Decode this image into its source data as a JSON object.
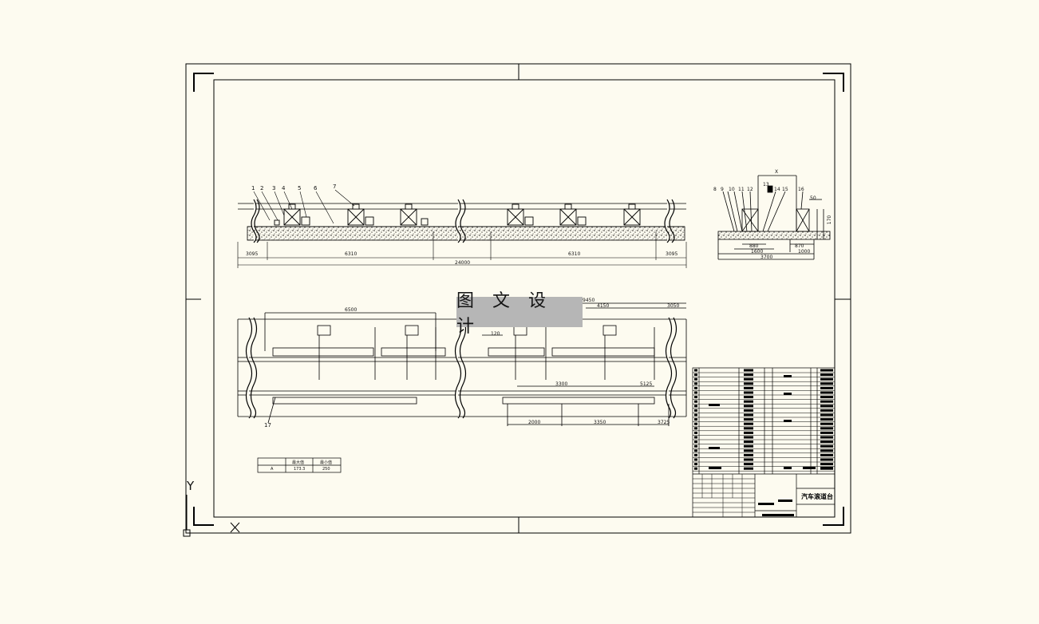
{
  "stamp": {
    "text": "图 文 设 计"
  },
  "axis": {
    "y": "Y",
    "x": "X"
  },
  "elevation": {
    "callouts": [
      "1",
      "2",
      "3",
      "4",
      "5",
      "6",
      "7"
    ],
    "dims": {
      "d1": "3095",
      "d2": "6310",
      "d3": "6310",
      "d4": "3095",
      "total": "24000"
    }
  },
  "section": {
    "callouts": [
      "8",
      "9",
      "10",
      "11",
      "12",
      "13",
      "14",
      "15",
      "16"
    ],
    "dims": {
      "top": "X",
      "w1": "880",
      "w2": "1600",
      "w3": "3700",
      "w4": "870",
      "w5": "1000",
      "h1": "170",
      "h2": "50"
    }
  },
  "plan": {
    "dims": {
      "a": "6500",
      "b": "9450",
      "c": "4150",
      "d": "3050",
      "e": "3300",
      "f": "5125",
      "g": "2000",
      "h": "3350",
      "i": "3725",
      "k": "120"
    },
    "callout": "17"
  },
  "small_table": {
    "headers": [
      "",
      "最大值",
      "最小值"
    ],
    "row": [
      "A",
      "173.3",
      "250"
    ]
  },
  "title_block": {
    "name": "汽车滚道台"
  }
}
